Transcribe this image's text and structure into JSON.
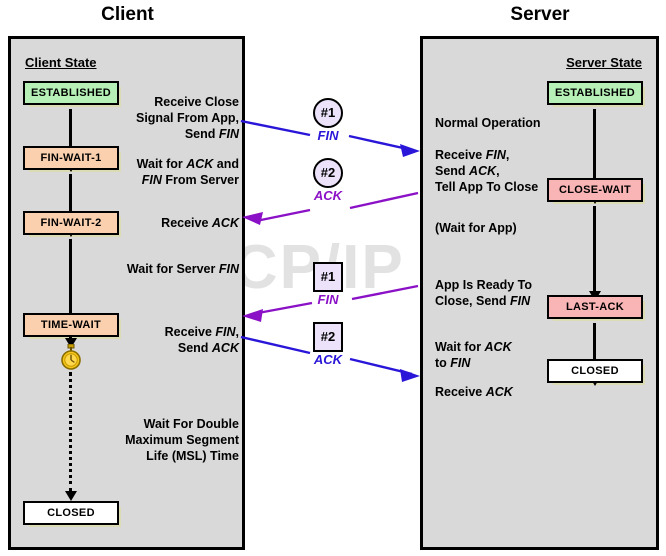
{
  "diagram": {
    "watermark": "The TCP/IP Guide",
    "columns": {
      "client_title": "Client",
      "server_title": "Server"
    }
  },
  "client": {
    "state_header": "Client State",
    "states": [
      {
        "label": "ESTABLISHED",
        "color": "#b7f0b7"
      },
      {
        "label": "FIN-WAIT-1",
        "color": "#fbd0ae"
      },
      {
        "label": "FIN-WAIT-2",
        "color": "#fbd0ae"
      },
      {
        "label": "TIME-WAIT",
        "color": "#fbd0ae"
      },
      {
        "label": "CLOSED",
        "color": "#ffffff"
      }
    ],
    "notes": [
      "Receive Close\nSignal From App,\nSend FIN",
      "Wait for ACK and\nFIN From Server",
      "Receive ACK",
      "Wait for Server FIN",
      "Receive FIN,\nSend ACK",
      "Wait For Double\nMaximum Segment\nLife (MSL) Time"
    ],
    "timer_icon": "stopwatch-icon"
  },
  "server": {
    "state_header": "Server State",
    "states": [
      {
        "label": "ESTABLISHED",
        "color": "#b7f0b7"
      },
      {
        "label": "CLOSE-WAIT",
        "color": "#f9b5b5"
      },
      {
        "label": "LAST-ACK",
        "color": "#f9b5b5"
      },
      {
        "label": "CLOSED",
        "color": "#ffffff"
      }
    ],
    "notes": [
      "Normal Operation",
      "Receive FIN,\nSend ACK,\nTell App To Close",
      "(Wait for App)",
      "App Is Ready To\nClose, Send FIN",
      "Wait for ACK\nto FIN",
      "Receive ACK"
    ]
  },
  "messages": [
    {
      "badge": "#1",
      "label": "FIN",
      "shape": "circle",
      "direction": "client-to-server",
      "color": "#2a16d8"
    },
    {
      "badge": "#2",
      "label": "ACK",
      "shape": "circle",
      "direction": "server-to-client",
      "color": "#8b11c6"
    },
    {
      "badge": "#1",
      "label": "FIN",
      "shape": "square",
      "direction": "server-to-client",
      "color": "#8b11c6"
    },
    {
      "badge": "#2",
      "label": "ACK",
      "shape": "square",
      "direction": "client-to-server",
      "color": "#2a16d8"
    }
  ],
  "colors": {
    "panel_fill": "#d9d9d9",
    "shadow": "#dcdcb4",
    "blue": "#2a16d8",
    "purple": "#8b11c6",
    "badge_fill": "#ece3fb"
  }
}
